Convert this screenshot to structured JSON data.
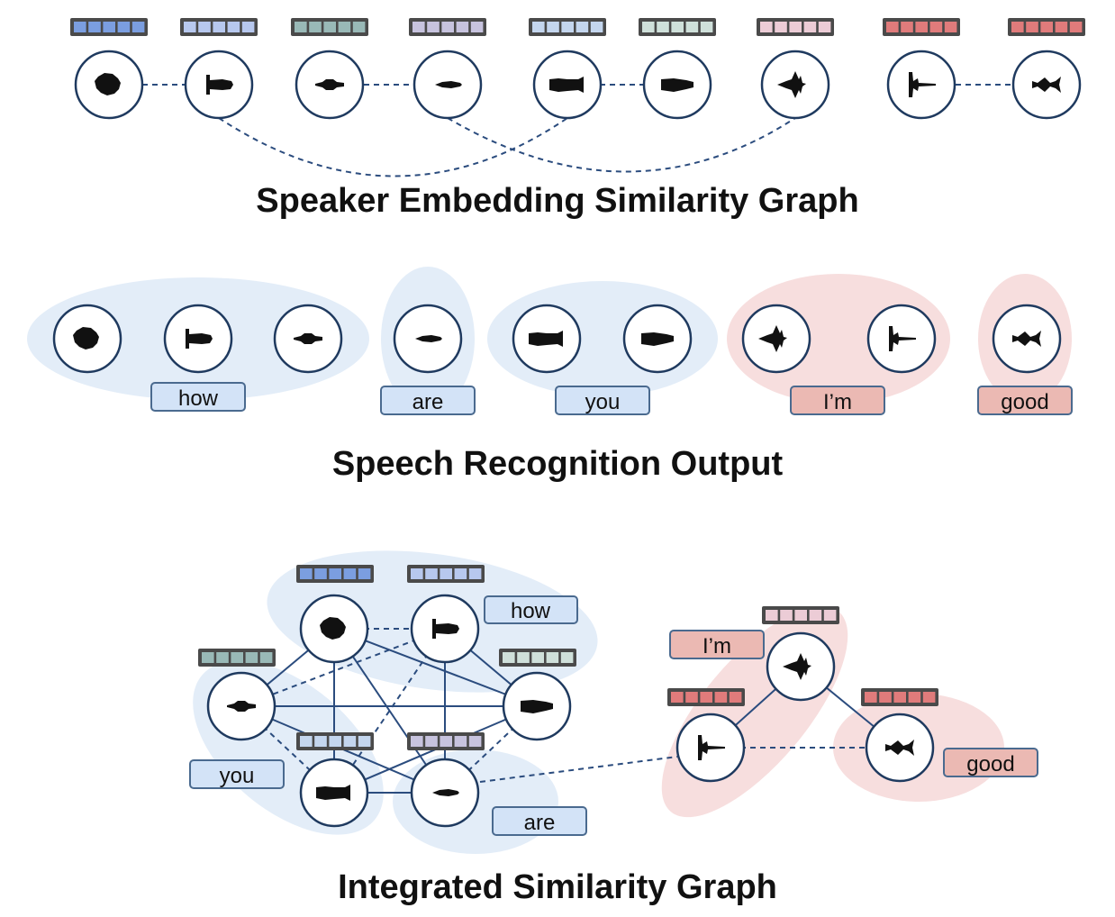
{
  "titles": {
    "speaker_graph": "Speaker Embedding Similarity Graph",
    "asr_output": "Speech Recognition Output",
    "integrated_graph": "Integrated Similarity  Graph"
  },
  "words": {
    "how": "how",
    "are": "are",
    "you": "you",
    "im": "I’m",
    "good": "good"
  },
  "colors": {
    "node_stroke": "#1f3a5f",
    "edge": "#2b4c7e",
    "blue_region": "#e3edf8",
    "red_region": "#f7dede",
    "blue_label": "#d3e3f7",
    "red_label": "#ebb9b3",
    "label_stroke": "#4a6a8f",
    "embedding_colors": [
      "#7b9ee0",
      "#b7c8ee",
      "#99b9b7",
      "#c7c3de",
      "#c4d6ee",
      "#cfe0da",
      "#ecccd6",
      "#e07b7b"
    ]
  }
}
